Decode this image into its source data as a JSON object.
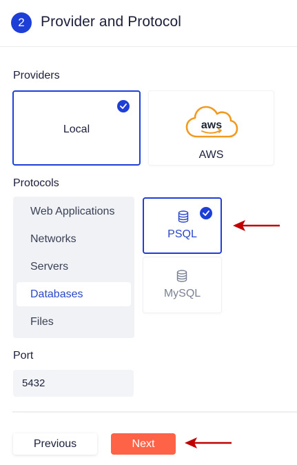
{
  "header": {
    "step_number": "2",
    "title": "Provider and Protocol"
  },
  "providers": {
    "label": "Providers",
    "items": [
      {
        "label": "Local",
        "selected": true
      },
      {
        "label": "AWS",
        "selected": false,
        "logo_text": "aws"
      }
    ]
  },
  "protocols": {
    "label": "Protocols",
    "categories": [
      {
        "label": "Web Applications",
        "active": false
      },
      {
        "label": "Networks",
        "active": false
      },
      {
        "label": "Servers",
        "active": false
      },
      {
        "label": "Databases",
        "active": true
      },
      {
        "label": "Files",
        "active": false
      }
    ],
    "options": [
      {
        "label": "PSQL",
        "selected": true,
        "icon": "database-icon"
      },
      {
        "label": "MySQL",
        "selected": false,
        "icon": "database-icon"
      }
    ]
  },
  "port": {
    "label": "Port",
    "value": "5432"
  },
  "footer": {
    "previous_label": "Previous",
    "next_label": "Next"
  },
  "colors": {
    "primary": "#1d3fd8",
    "next_button": "#ff6347",
    "annotation_arrow": "#c00000",
    "aws_orange": "#f29a1f"
  }
}
